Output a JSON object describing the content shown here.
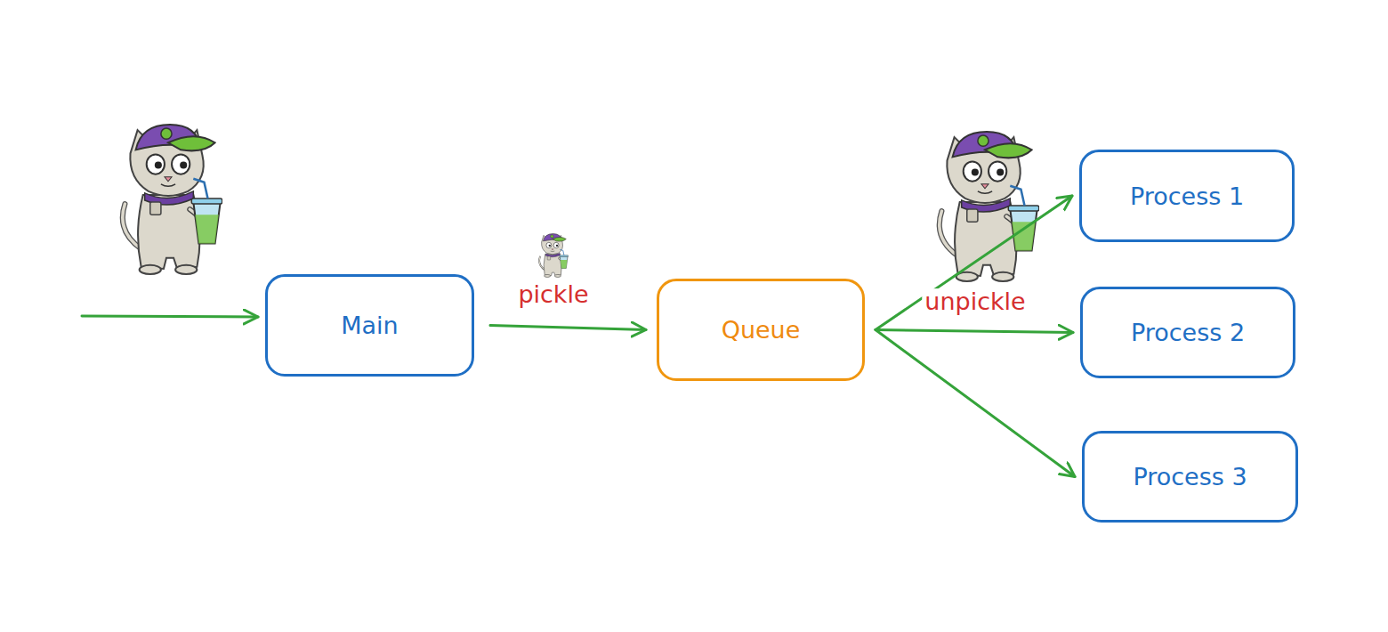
{
  "diagram": {
    "nodes": [
      {
        "text": [
          "Main"
        ]
      },
      {
        "text": [
          "Queue"
        ]
      },
      {
        "text": [
          "Process 1"
        ]
      },
      {
        "text": [
          "Process 2"
        ]
      },
      {
        "text": [
          "Process 3"
        ]
      }
    ],
    "edges": [
      {
        "from": 0,
        "to": 1,
        "arrow": "to",
        "label": "pickle"
      },
      {
        "from": 1,
        "to": 2,
        "arrow": "to"
      },
      {
        "from": 1,
        "to": 3,
        "arrow": "to",
        "label": "unpickle"
      },
      {
        "from": 1,
        "to": 4,
        "arrow": "to"
      }
    ]
  }
}
